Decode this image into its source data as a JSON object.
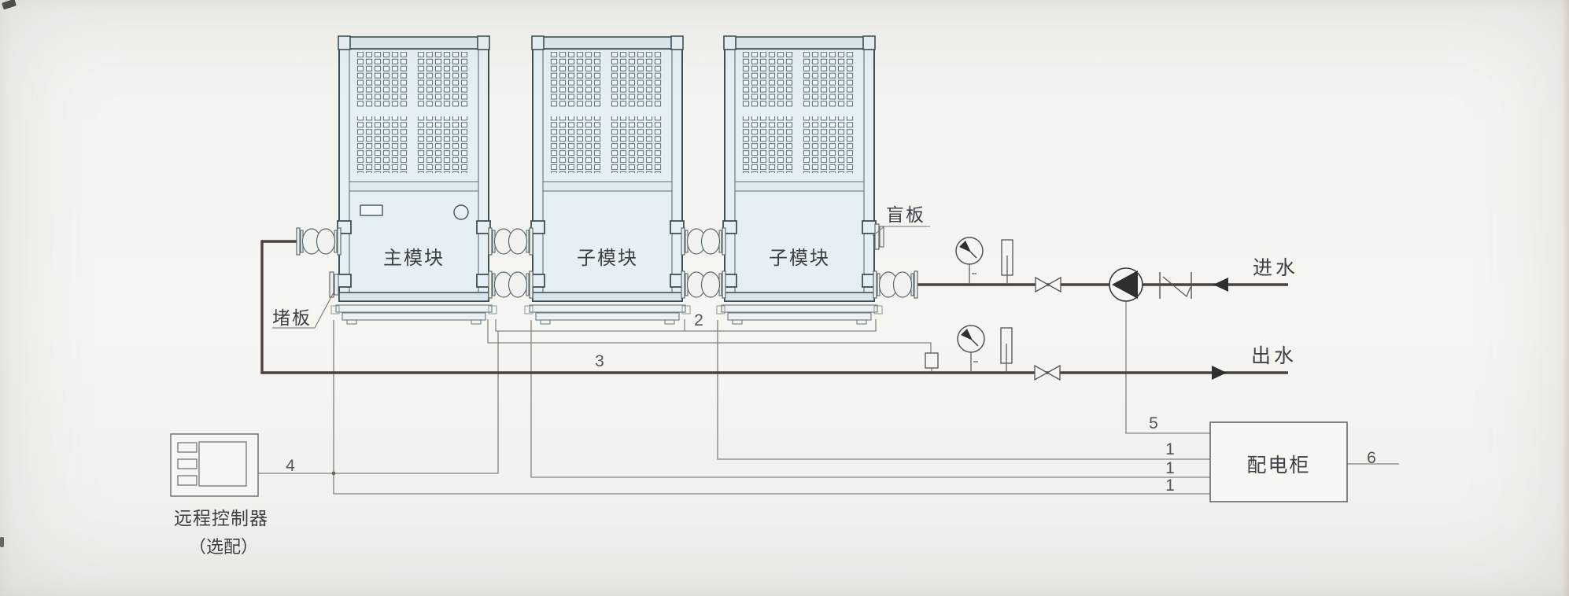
{
  "modules": [
    {
      "label": "主模块"
    },
    {
      "label": "子模块"
    },
    {
      "label": "子模块"
    }
  ],
  "labels": {
    "blind_plate": "盲板",
    "plug_plate": "堵板",
    "water_inlet": "进水",
    "water_outlet": "出水",
    "power_cabinet": "配电柜",
    "remote_controller": "远程控制器",
    "remote_optional": "（选配）"
  },
  "callouts": {
    "c1": "1",
    "c2": "2",
    "c3": "3",
    "c4": "4",
    "c5": "5",
    "c6": "6"
  },
  "colors": {
    "pipe": "#4a423c",
    "wire": "#87837d",
    "frame": "#3d4f55",
    "module_fill": "#e6eff4",
    "symbol_ink": "#55534e"
  }
}
